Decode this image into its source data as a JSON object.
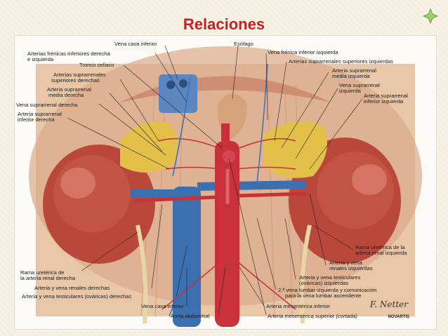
{
  "slide": {
    "title": "Relaciones"
  },
  "figure": {
    "labels_left": [
      {
        "id": "vena_cava_inferior_top",
        "text": "Vena cava inferior"
      },
      {
        "id": "frenicas_1",
        "text": "Arterias frénicas inferiores derecha"
      },
      {
        "id": "frenicas_2",
        "text": "e izquierda"
      },
      {
        "id": "tronco_celiaco",
        "text": "Tronco celíaco"
      },
      {
        "id": "suprarrenales_sup_der_1",
        "text": "Arterias suprarrenales"
      },
      {
        "id": "suprarrenales_sup_der_2",
        "text": "superiores derechas"
      },
      {
        "id": "suprarrenal_media_der_1",
        "text": "Arteria suprarrenal"
      },
      {
        "id": "suprarrenal_media_der_2",
        "text": "media derecha"
      },
      {
        "id": "vena_suprarrenal_der",
        "text": "Vena suprarrenal derecha"
      },
      {
        "id": "suprarrenal_inf_der_1",
        "text": "Arteria suprarrenal"
      },
      {
        "id": "suprarrenal_inf_der_2",
        "text": "inferior derecha"
      },
      {
        "id": "rama_ureterica_der_1",
        "text": "Rama uretérica de"
      },
      {
        "id": "rama_ureterica_der_2",
        "text": "la arteria renal derecha"
      },
      {
        "id": "renales_der",
        "text": "Arteria y vena renales derechas"
      },
      {
        "id": "testiculares_der",
        "text": "Arteria y vena testiculares (ováricas) derechas"
      },
      {
        "id": "vena_cava_inferior_bottom",
        "text": "Vena cava inferior"
      },
      {
        "id": "aorta_abdominal",
        "text": "Aorta abdominal"
      }
    ],
    "labels_right": [
      {
        "id": "esofago",
        "text": "Esófago"
      },
      {
        "id": "frenica_izq",
        "text": "Vena frénica inferior izquierda"
      },
      {
        "id": "suprarrenales_sup_izq",
        "text": "Arterias suprarrenales superiores izquierdas"
      },
      {
        "id": "suprarrenal_media_izq_1",
        "text": "Arteria suprarrenal"
      },
      {
        "id": "suprarrenal_media_izq_2",
        "text": "media izquierda"
      },
      {
        "id": "vena_suprarrenal_izq_1",
        "text": "Vena suprarrenal"
      },
      {
        "id": "vena_suprarrenal_izq_2",
        "text": "izquierda"
      },
      {
        "id": "suprarrenal_inf_izq_1",
        "text": "Arteria suprarrenal"
      },
      {
        "id": "suprarrenal_inf_izq_2",
        "text": "inferior izquierda"
      },
      {
        "id": "rama_ureterica_izq_1",
        "text": "Rama uretérica de la"
      },
      {
        "id": "rama_ureterica_izq_2",
        "text": "arteria renal izquierda"
      },
      {
        "id": "renales_izq_1",
        "text": "Arteria y vena"
      },
      {
        "id": "renales_izq_2",
        "text": "renales izquierdas"
      },
      {
        "id": "testiculares_izq_1",
        "text": "Arteria y vena testiculares"
      },
      {
        "id": "testiculares_izq_2",
        "text": "(ováricas) izquierdas"
      },
      {
        "id": "lumbar_1",
        "text": "2.ª vena lumbar izquierda y comunicación"
      },
      {
        "id": "lumbar_2",
        "text": "para la vena lumbar ascendente"
      },
      {
        "id": "mesenterica_inf",
        "text": "Arteria mesentérica inferior"
      },
      {
        "id": "mesenterica_sup",
        "text": "Arteria mesentérica superior"
      },
      {
        "id": "mesenterica_sup_note",
        "text": "(cortada)"
      }
    ],
    "signature": "F. Netter",
    "stamp": "NOVARTIS"
  },
  "colors": {
    "title": "#c62020",
    "kidney": "#b9483a",
    "adrenal": "#e2c04a",
    "vein": "#3b6fb0",
    "artery": "#c8303a"
  }
}
